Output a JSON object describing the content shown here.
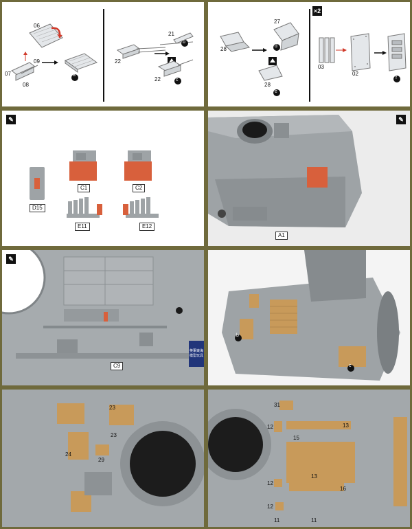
{
  "colors": {
    "frame": "#6f6a3c",
    "plastic_grey": "#9ea3a6",
    "etch_brass": "#c89a5a",
    "resin_orange": "#d8603c"
  },
  "panels": {
    "instr_a": {
      "parts": [
        "06",
        "07",
        "08",
        "09"
      ],
      "step": "a"
    },
    "instr_b": {
      "parts": [
        "21",
        "22",
        "22"
      ],
      "steps": [
        "b",
        "c"
      ]
    },
    "instr_c": {
      "parts": [
        "27",
        "28",
        "28"
      ],
      "steps": [
        "d",
        "e"
      ]
    },
    "instr_d": {
      "multiplier": "×2",
      "parts": [
        "03",
        "02"
      ],
      "step": "f"
    },
    "parts_photo": {
      "labels": [
        "C1",
        "C2",
        "D15",
        "E11",
        "E12"
      ]
    },
    "hull_photo": {
      "label": "A1"
    },
    "interior_photo": {
      "label": "C9"
    },
    "rear_photo": {
      "steps": [
        "b",
        "c"
      ]
    },
    "deck_left": {
      "numbers": [
        "23",
        "23",
        "24",
        "29"
      ]
    },
    "deck_right": {
      "numbers": [
        "31",
        "12",
        "15",
        "13",
        "13",
        "12",
        "16",
        "12",
        "11",
        "11"
      ]
    },
    "watermark": {
      "line1": "英軍東海",
      "line2": "模型玩具"
    }
  }
}
